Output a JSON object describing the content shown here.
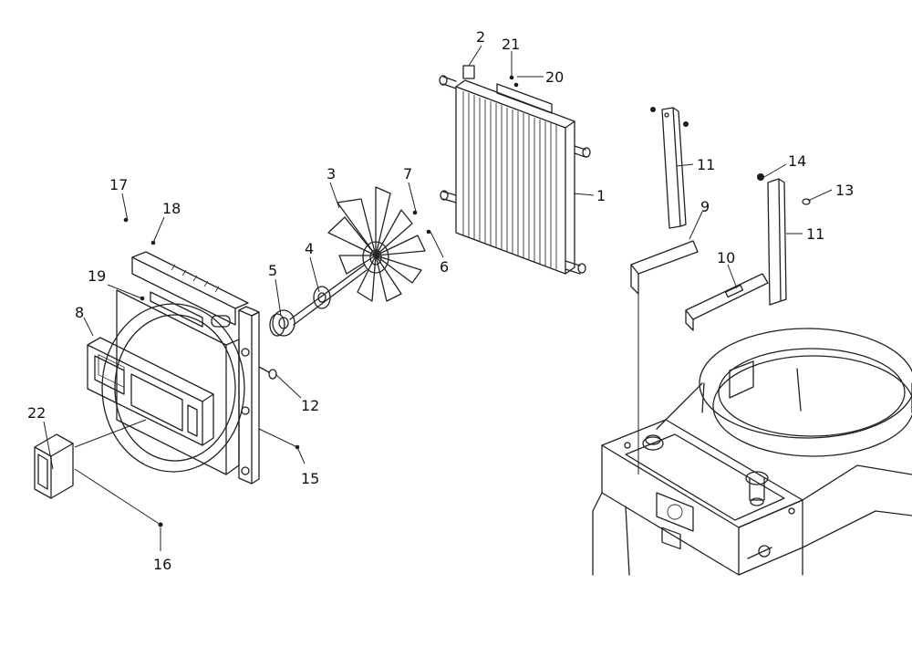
{
  "callouts": {
    "c1": "1",
    "c2": "2",
    "c3": "3",
    "c4": "4",
    "c5": "5",
    "c6": "6",
    "c7": "7",
    "c8": "8",
    "c9": "9",
    "c10": "10",
    "c11a": "11",
    "c11b": "11",
    "c12": "12",
    "c13": "13",
    "c14": "14",
    "c15": "15",
    "c16": "16",
    "c17": "17",
    "c18": "18",
    "c19": "19",
    "c20": "20",
    "c21": "21",
    "c22": "22"
  }
}
